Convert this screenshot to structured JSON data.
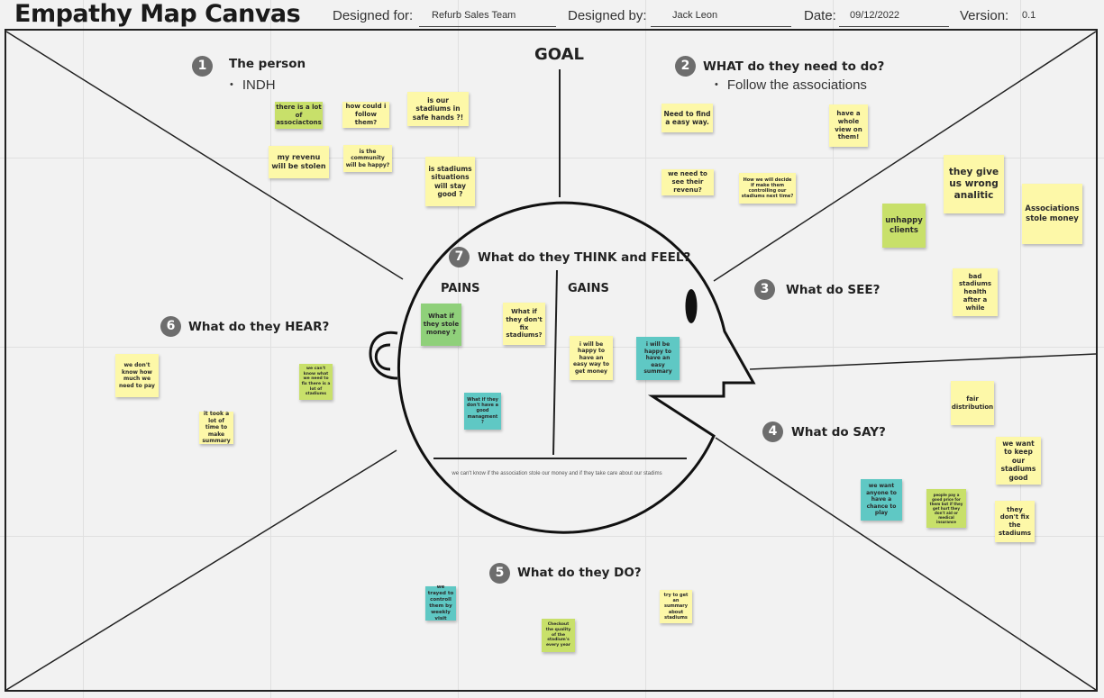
{
  "header": {
    "title": "Empathy Map Canvas",
    "designed_for_label": "Designed for:",
    "designed_for_value": "Refurb Sales Team",
    "designed_by_label": "Designed by:",
    "designed_by_value": "Jack Leon",
    "date_label": "Date:",
    "date_value": "09/12/2022",
    "version_label": "Version:",
    "version_value": "0.1"
  },
  "goal": "GOAL",
  "sections": {
    "s1": {
      "num": "1",
      "title": "The person",
      "bullet": "INDH"
    },
    "s2": {
      "num": "2",
      "title": "WHAT do they need to do?",
      "bullet": "Follow the associations"
    },
    "s3": {
      "num": "3",
      "title": "What do SEE?"
    },
    "s4": {
      "num": "4",
      "title": "What do SAY?"
    },
    "s5": {
      "num": "5",
      "title": "What do they DO?"
    },
    "s6": {
      "num": "6",
      "title": "What do they HEAR?"
    },
    "s7": {
      "num": "7",
      "title": "What do they THINK and FEEL?",
      "pains": "PAINS",
      "gains": "GAINS"
    }
  },
  "center_note": "we can't know if the association stole our money and if they take care about our stadims",
  "stickies": {
    "p1": "there is a lot of associactons",
    "p2": "how could i follow them?",
    "p3": "is our stadiums in safe hands ?!",
    "p4": "my revenu will be stolen",
    "p5": "is the community will be happy?",
    "p6": "is stadiums situations will stay good ?",
    "n1": "Need to find a easy way.",
    "n2": "have a whole view on them!",
    "n3": "we need to see their revenu?",
    "n4": "How we will decide if make them controlling our stadiums next time?",
    "e1": "they give us wrong analitic",
    "e2": "unhappy clients",
    "e3": "Associations stole money",
    "e4": "bad stadiums health after a while",
    "t1": "What if they stole money ?",
    "t2": "What if they don't fix stadiums?",
    "t3": "i will be happy to have an easy way to get money",
    "t4": "i will be happy to have an easy summary",
    "t5": "What if they don't have a good managment ?",
    "h1": "we don't know how much we need to pay",
    "h2": "we can't know what we need to fix there is a lot of stadiums",
    "h3": "it took a lot of time to make summary",
    "y1": "fair distribution",
    "y2": "we want to keep our stadiums good",
    "y3": "we want anyone to have a chance to play",
    "y4": "people pay a good price for them but if they get hurt they don't aid or medical insurance",
    "y5": "they don't fix the stadiums",
    "d1": "we trayed to controll them by weekly visit",
    "d2": "Checkout the quality of the stadium's every year",
    "d3": "try to get an summary about stadiums"
  }
}
